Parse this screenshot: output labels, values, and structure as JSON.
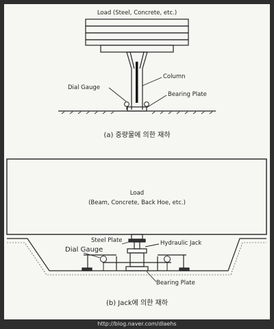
{
  "diagram_a": {
    "load_label": "Load (Steel, Concrete, etc.)",
    "column_label": "Column",
    "dial_gauge_label": "Dial Gauge",
    "bearing_plate_label": "Bearing Plate",
    "caption": "(a) 중량물에 의한 재하"
  },
  "diagram_b": {
    "load_label": "Load",
    "load_detail": "(Beam, Concrete, Back Hoe, etc.)",
    "steel_plate_label": "Steel Plate",
    "dial_gauge_label": "Dial Gauge",
    "hydraulic_jack_label": "Hydraulic Jack",
    "bearing_plate_label": "Bearing Plate",
    "caption": "(b) Jack에 의한 재하"
  },
  "watermark": "http://blog.naver.com/dlaehs"
}
